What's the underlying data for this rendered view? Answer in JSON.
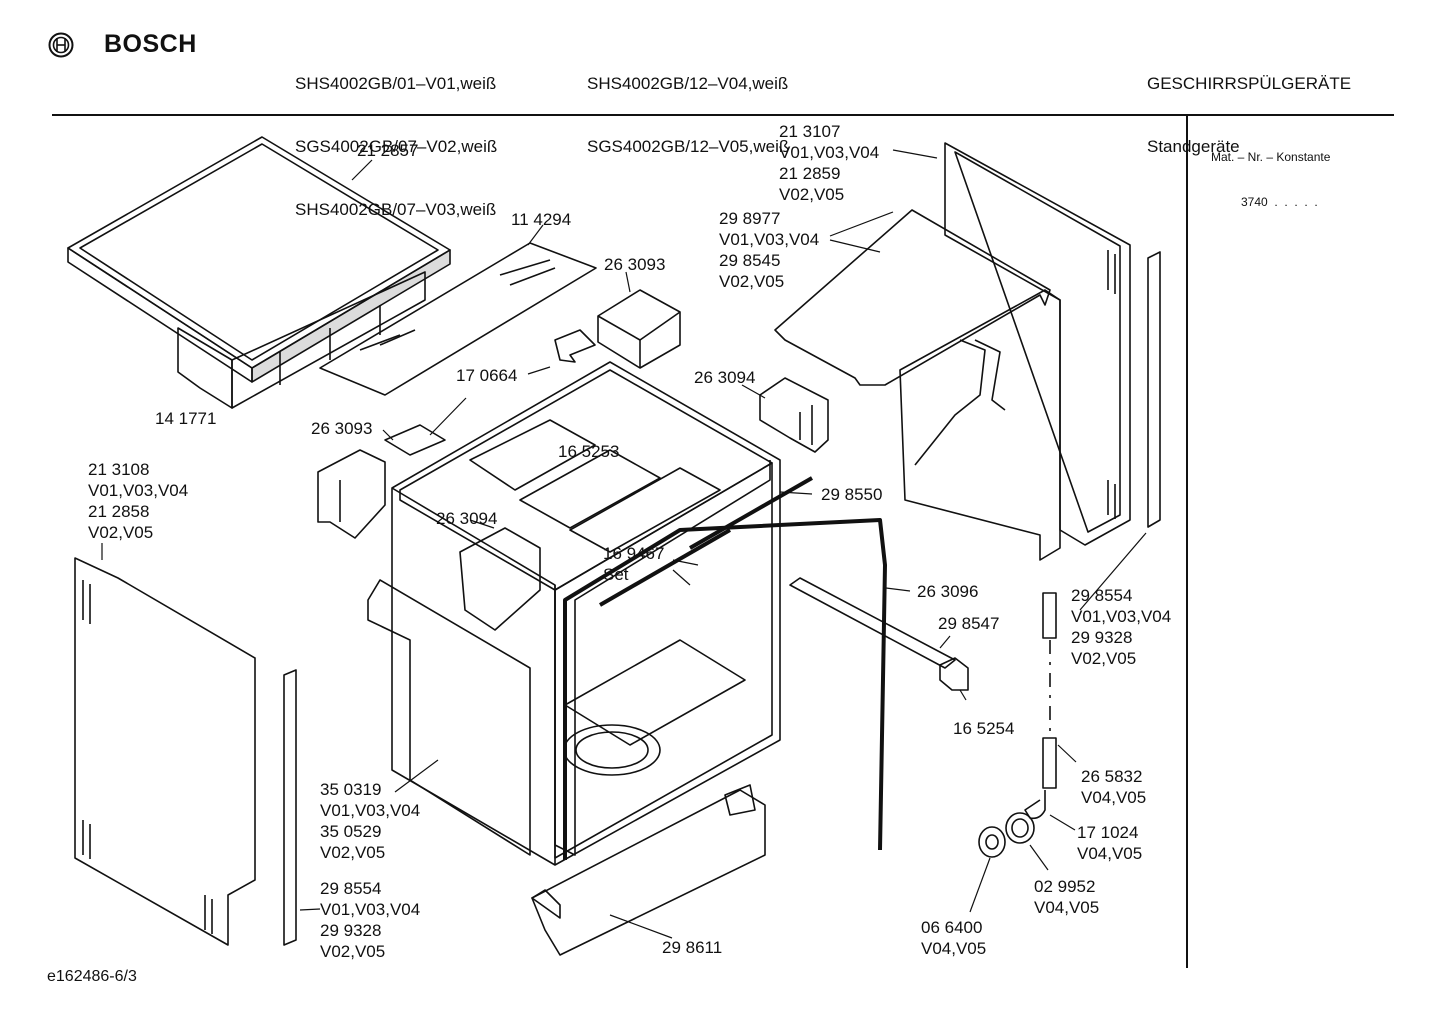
{
  "header": {
    "brand": "BOSCH",
    "models_col1": [
      "SHS4002GB/01–V01,weiß",
      "SGS4002GB/07–V02,weiß",
      "SHS4002GB/07–V03,weiß"
    ],
    "models_col2": [
      "SHS4002GB/12–V04,weiß",
      "SGS4002GB/12–V05,weiß"
    ],
    "category": "GESCHIRRSPÜLGERÄTE",
    "subcategory": "Standgeräte"
  },
  "side_note": {
    "title": "Mat. – Nr. – Konstante",
    "value": "3740  .  .  .  .  ."
  },
  "footer": {
    "code": "e162486-6/3"
  },
  "parts": [
    {
      "id": "p1",
      "lines": [
        "21 2857"
      ]
    },
    {
      "id": "p2",
      "lines": [
        "11 4294"
      ]
    },
    {
      "id": "p3",
      "lines": [
        "26 3093"
      ]
    },
    {
      "id": "p4",
      "lines": [
        "21 3107",
        "V01,V03,V04",
        "21 2859",
        "V02,V05"
      ]
    },
    {
      "id": "p5",
      "lines": [
        "29 8977",
        "V01,V03,V04",
        "29 8545",
        "V02,V05"
      ]
    },
    {
      "id": "p6",
      "lines": [
        "17 0664"
      ]
    },
    {
      "id": "p7",
      "lines": [
        "26 3094"
      ]
    },
    {
      "id": "p8",
      "lines": [
        "14 1771"
      ]
    },
    {
      "id": "p9",
      "lines": [
        "26 3093"
      ]
    },
    {
      "id": "p10",
      "lines": [
        "16 5253"
      ]
    },
    {
      "id": "p11",
      "lines": [
        "21 3108",
        "V01,V03,V04",
        "21 2858",
        "V02,V05"
      ]
    },
    {
      "id": "p12",
      "lines": [
        "29 8550"
      ]
    },
    {
      "id": "p13",
      "lines": [
        "26 3094"
      ]
    },
    {
      "id": "p14",
      "lines": [
        "16 9467",
        "Set"
      ]
    },
    {
      "id": "p15",
      "lines": [
        "26 3096"
      ]
    },
    {
      "id": "p16",
      "lines": [
        "29 8554",
        "V01,V03,V04",
        "29 9328",
        "V02,V05"
      ]
    },
    {
      "id": "p17",
      "lines": [
        "29 8547"
      ]
    },
    {
      "id": "p18",
      "lines": [
        "16 5254"
      ]
    },
    {
      "id": "p19",
      "lines": [
        "26 5832",
        "V04,V05"
      ]
    },
    {
      "id": "p20",
      "lines": [
        "35 0319",
        "V01,V03,V04",
        "35 0529",
        "V02,V05"
      ]
    },
    {
      "id": "p21",
      "lines": [
        "17 1024",
        "V04,V05"
      ]
    },
    {
      "id": "p22",
      "lines": [
        "29 8554",
        "V01,V03,V04",
        "29 9328",
        "V02,V05"
      ]
    },
    {
      "id": "p23",
      "lines": [
        "02 9952",
        "V04,V05"
      ]
    },
    {
      "id": "p24",
      "lines": [
        "06 6400",
        "V04,V05"
      ]
    },
    {
      "id": "p25",
      "lines": [
        "29 8611"
      ]
    }
  ]
}
